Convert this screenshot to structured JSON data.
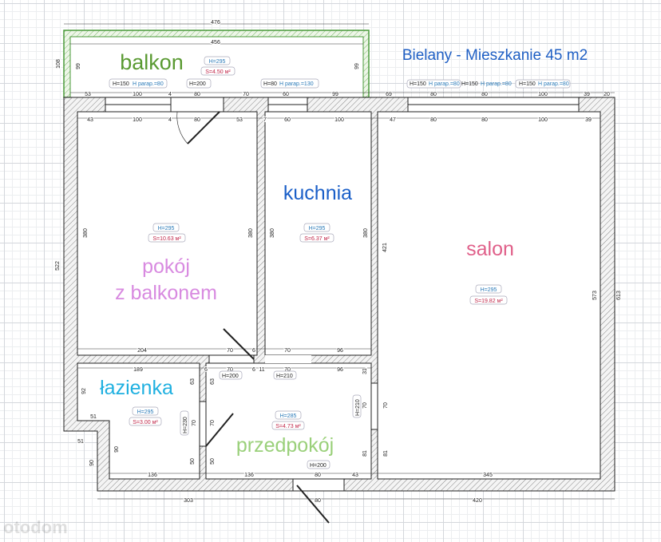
{
  "title": "Bielany - Mieszkanie 45 m2",
  "colors": {
    "title": "#1f5fc4",
    "balkon": "#5a9a32",
    "pokoj": "#d88ae0",
    "kuchnia": "#1a5fc8",
    "salon": "#e0608a",
    "lazienka": "#1fb0e0",
    "przedpokoj": "#9ad07a",
    "wall": "#9a9a9a",
    "balcony_wall": "#4a9a3a"
  },
  "rooms": {
    "balkon": {
      "name": "balkon",
      "height": "H=295",
      "area": "S=4.50 м²"
    },
    "pokoj": {
      "name_line1": "pokój",
      "name_line2": "z balkonem",
      "height": "H=295",
      "area": "S=10.63 м²"
    },
    "kuchnia": {
      "name": "kuchnia",
      "height": "H=295",
      "area": "S=6.37 м²"
    },
    "salon": {
      "name": "salon",
      "height": "H=295",
      "area": "S=19.82 м²"
    },
    "lazienka": {
      "name": "łazienka",
      "height": "H=295",
      "area": "S=3.00 м²"
    },
    "przedpokoj": {
      "name": "przedpokój",
      "height": "H=285",
      "area": "S=4.73 м²"
    }
  },
  "openings": {
    "w1": {
      "h": "H=150",
      "parap": "H parap.=80"
    },
    "d1": {
      "h": "H=200"
    },
    "w2": {
      "h": "H=80",
      "parap": "H parap.=130"
    },
    "w3": {
      "h": "H=150",
      "parap": "H parap.=80"
    },
    "w4": {
      "h": "H=150",
      "parap": "H parap.=80"
    },
    "w5": {
      "h": "H=150",
      "parap": "H parap.=80"
    },
    "d2": {
      "h": "H=200"
    },
    "d3": {
      "h": "H=210"
    },
    "d4": {
      "h": "H=230"
    },
    "d5": {
      "h": "H=210"
    },
    "d6": {
      "h": "H=200"
    }
  },
  "dimensions": [
    "476",
    "456",
    "108",
    "99",
    "99",
    "53",
    "100",
    "4",
    "80",
    "70",
    "60",
    "99",
    "69",
    "80",
    "80",
    "100",
    "39",
    "20",
    "43",
    "100",
    "4",
    "80",
    "53",
    "7",
    "60",
    "100",
    "47",
    "80",
    "80",
    "100",
    "39",
    "380",
    "380",
    "380",
    "380",
    "421",
    "573",
    "613",
    "522",
    "204",
    "70",
    "6",
    "70",
    "96",
    "189",
    "6",
    "70",
    "6",
    "11",
    "70",
    "96",
    "92",
    "63",
    "63",
    "70",
    "70",
    "90",
    "50",
    "50",
    "31",
    "70",
    "70",
    "81",
    "81",
    "51",
    "51",
    "90",
    "136",
    "136",
    "80",
    "43",
    "345",
    "303",
    "80",
    "420"
  ],
  "watermark": "otodom"
}
